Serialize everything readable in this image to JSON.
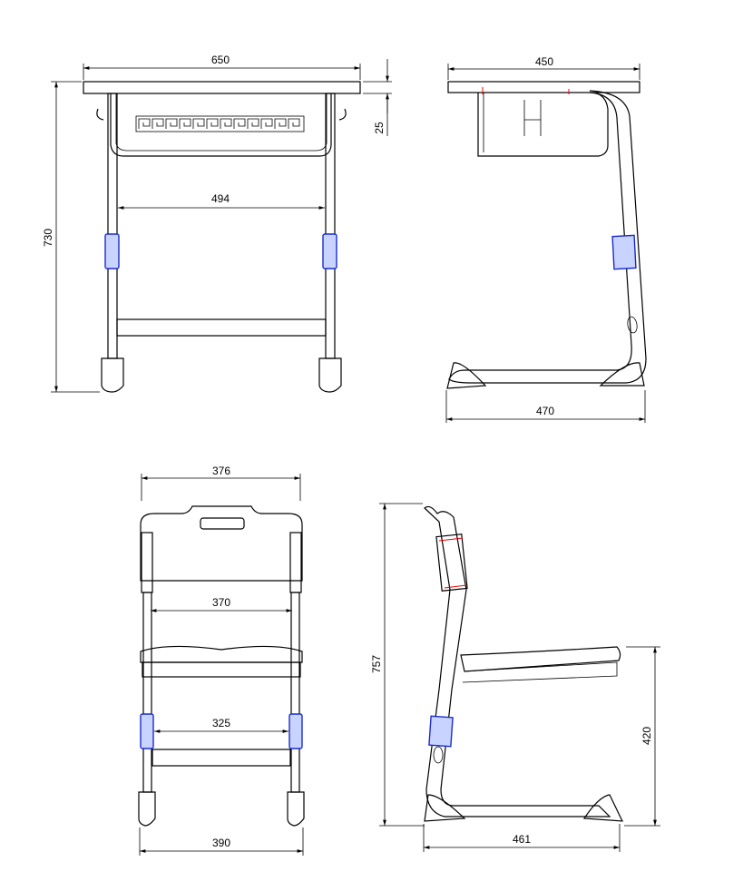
{
  "desk_front": {
    "width": "650",
    "height": "730",
    "top_thickness": "25",
    "inner_width": "494"
  },
  "desk_side": {
    "depth": "450",
    "base_depth": "470"
  },
  "chair_front": {
    "back_width": "376",
    "seat_inner_width": "370",
    "leg_inner_width": "325",
    "base_width": "390"
  },
  "chair_side": {
    "height": "757",
    "seat_height": "420",
    "base_depth": "461"
  }
}
